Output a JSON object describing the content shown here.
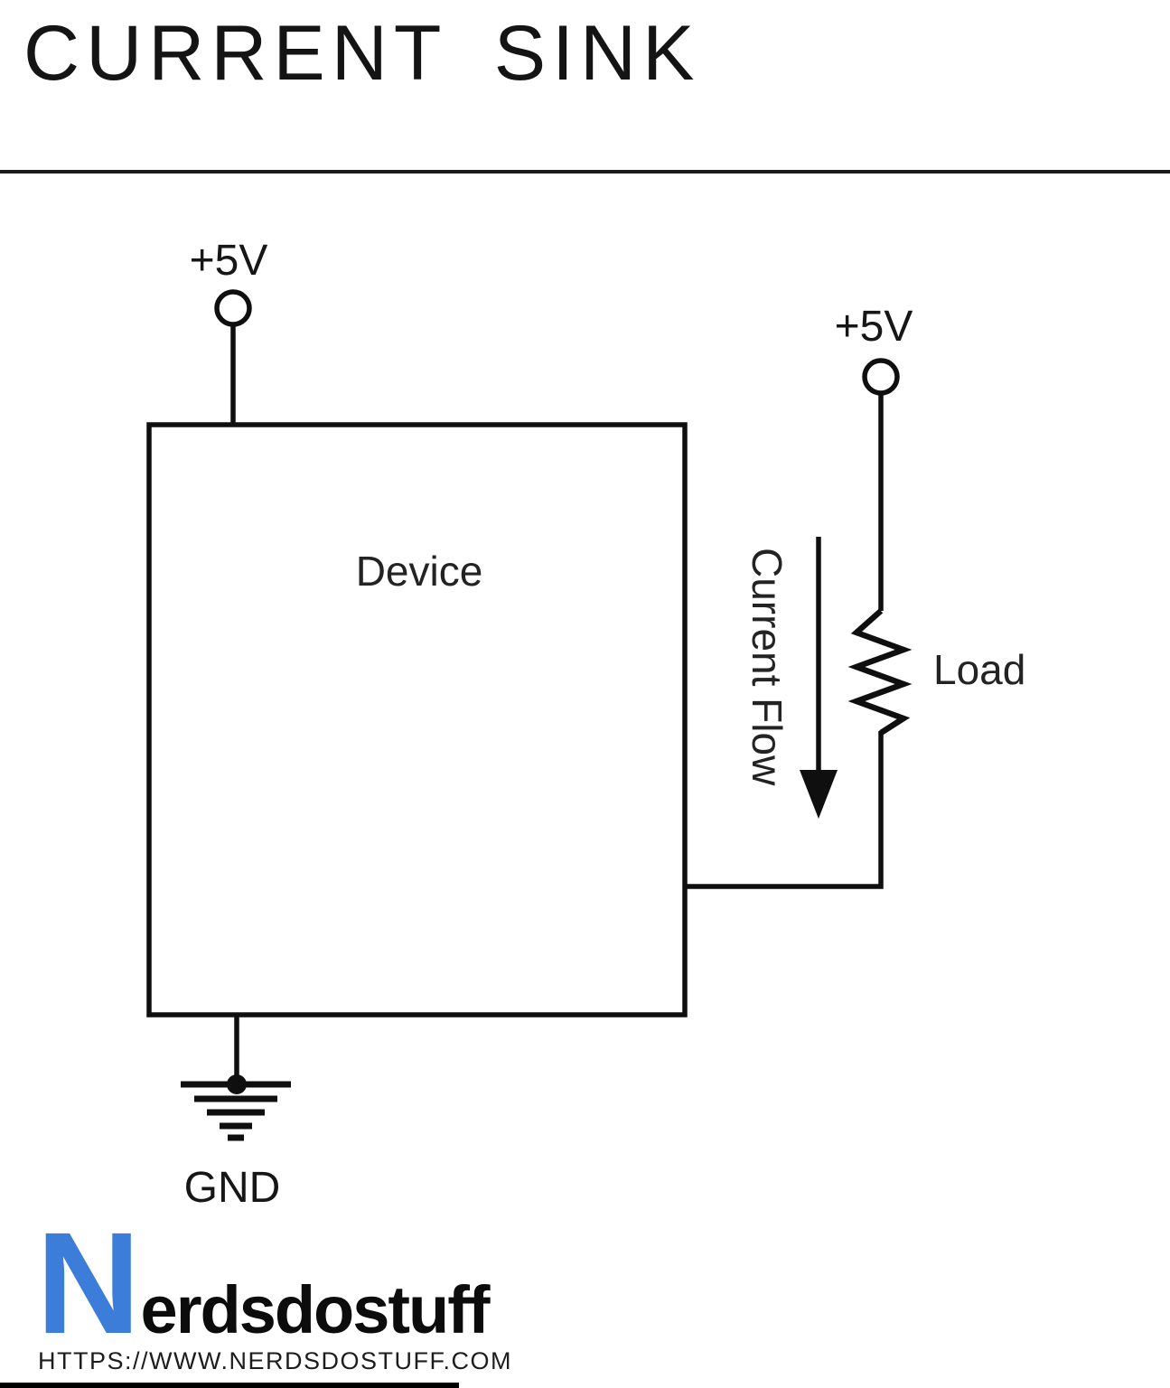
{
  "page": {
    "title": "CURRENT SINK"
  },
  "diagram": {
    "left_supply_label": "+5V",
    "right_supply_label": "+5V",
    "device_label": "Device",
    "load_label": "Load",
    "current_flow_label": "Current Flow",
    "ground_label": "GND"
  },
  "footer": {
    "logo_initial": "N",
    "logo_rest": "erdsdostuff",
    "website_url": "HTTPS://WWW.NERDSDOSTUFF.COM"
  },
  "colors": {
    "ink": "#0f0f0f",
    "logo_blue": "#3b7dd8"
  }
}
